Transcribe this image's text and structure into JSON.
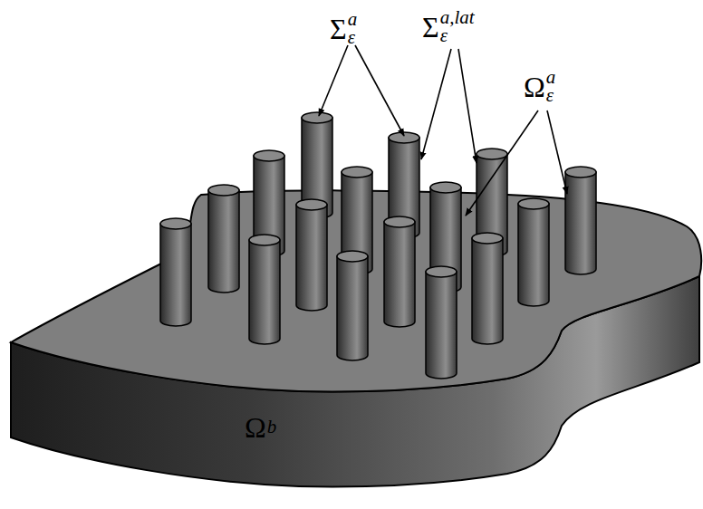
{
  "diagram": {
    "labels": [
      "Σεa",
      "Σεa,lat",
      "Ωεa",
      "Ωb"
    ]
  }
}
